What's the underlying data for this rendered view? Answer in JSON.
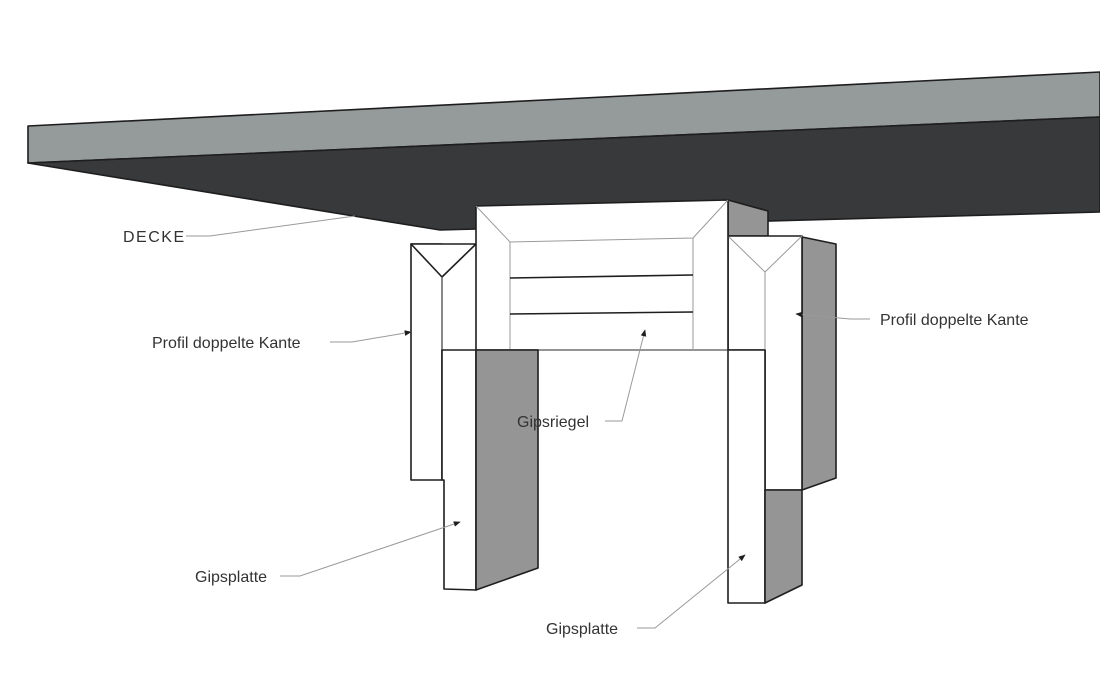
{
  "labels": {
    "ceiling": "DECKE",
    "profile_left": "Profil doppelte Kante",
    "profile_right": "Profil doppelte Kante",
    "plaster_beam": "Gipsriegel",
    "plaster_board_left": "Gipsplatte",
    "plaster_board_right": "Gipsplatte"
  },
  "colors": {
    "ceiling_top": "#959a9a",
    "ceiling_front": "#38393b",
    "face_light": "#ffffff",
    "face_shadow": "#959595",
    "outline": "#1e1e1e",
    "leader": "#9a9a9a"
  }
}
